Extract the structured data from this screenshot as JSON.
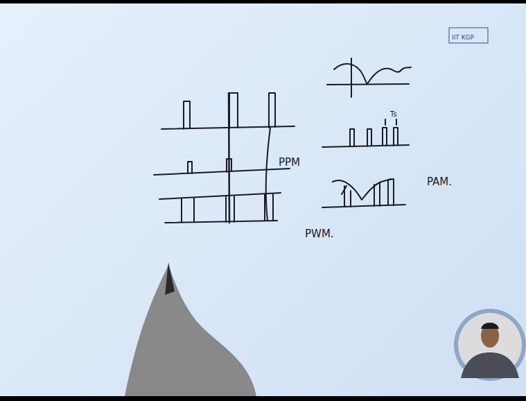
{
  "diagram": {
    "labels": [
      "IIT KGP",
      "PPM",
      "Ts",
      "PAM.",
      "PWM."
    ]
  }
}
